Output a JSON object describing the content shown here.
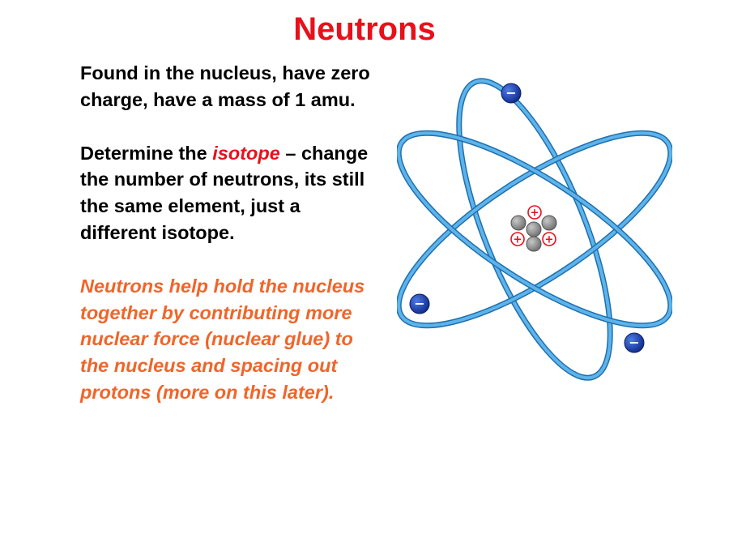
{
  "slide": {
    "title": "Neutrons",
    "para1": "Found in the nucleus, have zero charge, have a mass of 1 amu.",
    "para2_before": "Determine the ",
    "para2_emphasis": "isotope",
    "para2_after": " – change the number of neutrons, its still the same element, just a different isotope.",
    "para3": "Neutrons help hold the nucleus together by contributing more nuclear force (nuclear glue) to the nucleus and spacing out protons (more on this later)."
  },
  "atom_diagram": {
    "electron_symbol": "−",
    "proton_symbol": "+",
    "orbit_color": "#4aa3df",
    "electron_color": "#1a3fb0",
    "proton_color": "#e8101a",
    "neutron_color": "#8a8a8a"
  }
}
